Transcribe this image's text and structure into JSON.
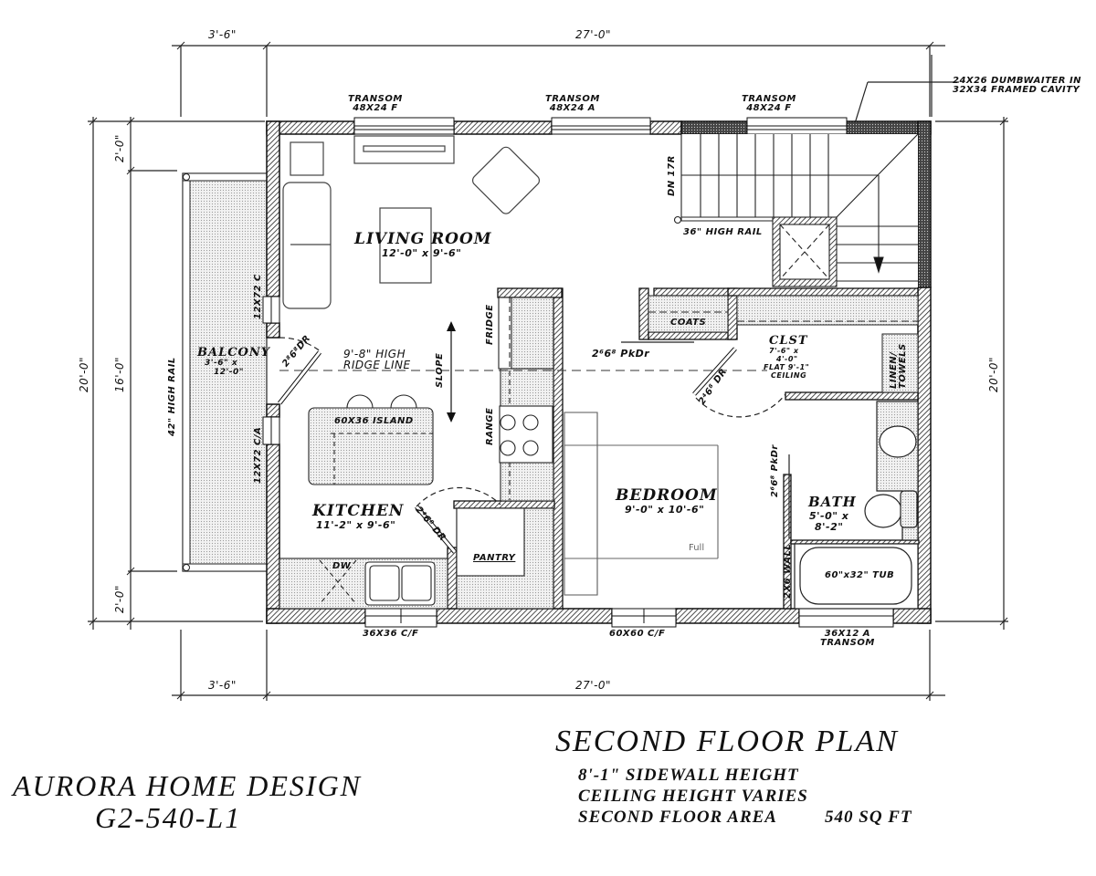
{
  "plan": {
    "title": "SECOND FLOOR PLAN",
    "notes": [
      "8'-1\" SIDEWALL HEIGHT",
      "CEILING HEIGHT VARIES",
      "SECOND FLOOR AREA",
      "540 SQ FT"
    ],
    "company": "AURORA HOME DESIGN",
    "model": "G2-540-L1"
  },
  "dimensions": {
    "top_left": "3'-6\"",
    "top_main": "27'-0\"",
    "bottom_left": "3'-6\"",
    "bottom_main": "27'-0\"",
    "left_overall": "20'-0\"",
    "left_top": "2'-0\"",
    "left_mid": "16'-0\"",
    "left_bottom": "2'-0\"",
    "right_overall": "20'-0\""
  },
  "windows": {
    "top_1": [
      "TRANSOM",
      "48X24  F"
    ],
    "top_2": [
      "TRANSOM",
      "48X24  A"
    ],
    "top_3": [
      "TRANSOM",
      "48X24  F"
    ],
    "bottom_1": "36X36  C/F",
    "bottom_2": "60X60  C/F",
    "bottom_3": [
      "36X12  A",
      "TRANSOM"
    ],
    "left_1": "12X72  C",
    "left_2": "12X72  C/A"
  },
  "rooms": {
    "living": {
      "name": "LIVING  ROOM",
      "size": "12'-0\"  x  9'-6\""
    },
    "kitchen": {
      "name": "KITCHEN",
      "size": "11'-2\"  x  9'-6\""
    },
    "bedroom": {
      "name": "BEDROOM",
      "size": "9'-0\"  x  10'-6\""
    },
    "bath": {
      "name": "BATH",
      "size_1": "5'-0\"  x",
      "size_2": "8'-2\""
    },
    "balcony": {
      "name": "BALCONY",
      "size_1": "3'-6\"  x",
      "size_2": "12'-0\""
    },
    "closet": {
      "name": "CLST",
      "size_1": "7'-6\"  x",
      "size_2": "4'-0\"",
      "note_1": "FLAT  9'-1\"",
      "note_2": "CEILING"
    }
  },
  "annotations": {
    "dumbwaiter": [
      "24X26  DUMBWAITER  IN",
      "32X34  FRAMED  CAVITY"
    ],
    "stairs": "DN  17R",
    "rail_36": "36\"  HIGH  RAIL",
    "rail_42": "42\"  HIGH  RAIL",
    "ridge": [
      "9'-8\"  HIGH",
      "RIDGE  LINE"
    ],
    "slope": "SLOPE",
    "island": "60X36  ISLAND",
    "fridge": "FRIDGE",
    "range": "RANGE",
    "dw": "DW",
    "pantry": "PANTRY",
    "coats": "COATS",
    "linen": [
      "LINEN/",
      "TOWELS"
    ],
    "tub": "60\"x32\"  TUB",
    "wall": "2X6  WALL",
    "bed": "Full",
    "door_balcony": "2⁸6⁸DR",
    "door_pantry": "2⁴6⁸ DR",
    "door_pocket_coats": "2⁶6⁸  PkDr",
    "door_closet": "2⁴6⁸ DR",
    "door_pocket_bath": "2⁶6⁸ PkDr"
  },
  "colors": {
    "line": "#111111",
    "hatch": "#555555",
    "fill": "#e8e8e8",
    "background": "#ffffff"
  }
}
